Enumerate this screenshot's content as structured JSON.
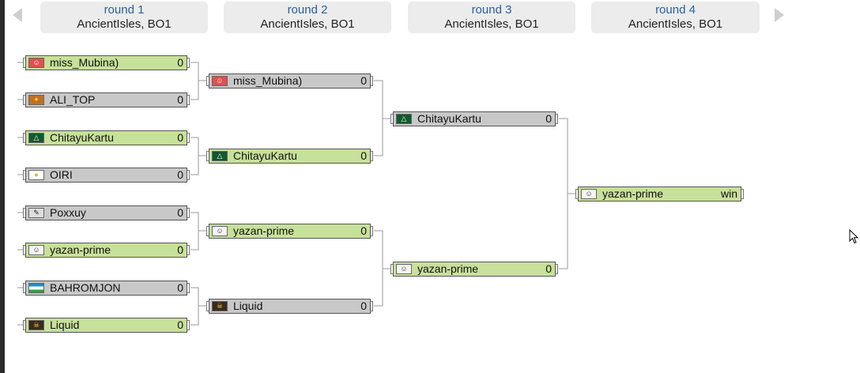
{
  "nav": {
    "prev": "previous-rounds",
    "next": "next-rounds"
  },
  "rounds": [
    {
      "title": "round 1",
      "subtitle": "AncientIsles, BO1"
    },
    {
      "title": "round 2",
      "subtitle": "AncientIsles, BO1"
    },
    {
      "title": "round 3",
      "subtitle": "AncientIsles, BO1"
    },
    {
      "title": "round 4",
      "subtitle": "AncientIsles, BO1"
    }
  ],
  "colors": {
    "winner": "#c7e09a",
    "loser": "#c8c8c8",
    "header_title": "#2a5fa0"
  },
  "bracket": {
    "round1": [
      {
        "name": "miss_Mubina)",
        "score": "0",
        "result": "win",
        "icon": "face-avatar-icon"
      },
      {
        "name": "ALI_TOP",
        "score": "0",
        "result": "lose",
        "icon": "emblem-avatar-icon"
      },
      {
        "name": "ChitayuKartu",
        "score": "0",
        "result": "win",
        "icon": "green-logo-avatar-icon"
      },
      {
        "name": "OIRI",
        "score": "0",
        "result": "lose",
        "icon": "duck-avatar-icon"
      },
      {
        "name": "Poxxuy",
        "score": "0",
        "result": "lose",
        "icon": "sketch-avatar-icon"
      },
      {
        "name": "yazan-prime",
        "score": "0",
        "result": "win",
        "icon": "smiley-avatar-icon"
      },
      {
        "name": "BAHROMJON",
        "score": "0",
        "result": "lose",
        "icon": "uzbekistan-flag-icon"
      },
      {
        "name": "Liquid",
        "score": "0",
        "result": "win",
        "icon": "pirate-avatar-icon"
      }
    ],
    "round2": [
      {
        "name": "miss_Mubina)",
        "score": "0",
        "result": "lose",
        "icon": "face-avatar-icon"
      },
      {
        "name": "ChitayuKartu",
        "score": "0",
        "result": "win",
        "icon": "green-logo-avatar-icon"
      },
      {
        "name": "yazan-prime",
        "score": "0",
        "result": "win",
        "icon": "smiley-avatar-icon"
      },
      {
        "name": "Liquid",
        "score": "0",
        "result": "lose",
        "icon": "pirate-avatar-icon"
      }
    ],
    "round3": [
      {
        "name": "ChitayuKartu",
        "score": "0",
        "result": "lose",
        "icon": "green-logo-avatar-icon"
      },
      {
        "name": "yazan-prime",
        "score": "0",
        "result": "win",
        "icon": "smiley-avatar-icon"
      }
    ],
    "round4": [
      {
        "name": "yazan-prime",
        "score": "win",
        "result": "win",
        "icon": "smiley-avatar-icon"
      }
    ]
  }
}
